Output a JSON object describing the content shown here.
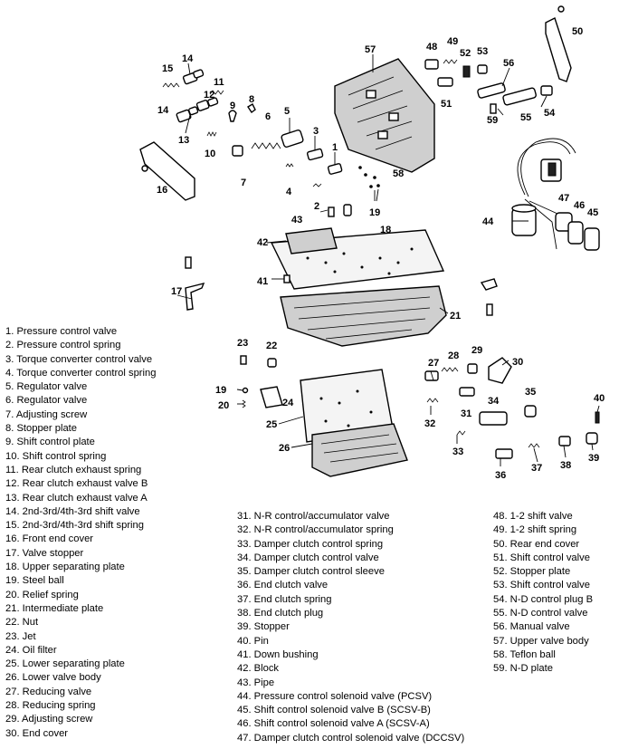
{
  "callouts": {
    "n1": "1",
    "n2": "2",
    "n3": "3",
    "n4": "4",
    "n5": "5",
    "n6": "6",
    "n7": "7",
    "n8": "8",
    "n9": "9",
    "n10": "10",
    "n11": "11",
    "n12": "12",
    "n13": "13",
    "n14a": "14",
    "n14b": "14",
    "n15": "15",
    "n16": "16",
    "n17": "17",
    "n18": "18",
    "n19a": "19",
    "n19b": "19",
    "n20": "20",
    "n21": "21",
    "n22": "22",
    "n23": "23",
    "n24": "24",
    "n25": "25",
    "n26": "26",
    "n27": "27",
    "n28": "28",
    "n29": "29",
    "n30": "30",
    "n31": "31",
    "n32": "32",
    "n33": "33",
    "n34": "34",
    "n35": "35",
    "n36": "36",
    "n37": "37",
    "n38": "38",
    "n39": "39",
    "n40": "40",
    "n41": "41",
    "n42": "42",
    "n43": "43",
    "n44": "44",
    "n45": "45",
    "n46": "46",
    "n47": "47",
    "n48": "48",
    "n49": "49",
    "n50": "50",
    "n51": "51",
    "n52": "52",
    "n53": "53",
    "n54": "54",
    "n55": "55",
    "n56": "56",
    "n57": "57",
    "n58": "58",
    "n59": "59"
  },
  "legend_col1": [
    "1. Pressure control valve",
    "2. Pressure control spring",
    "3. Torque converter control valve",
    "4. Torque converter control spring",
    "5. Regulator valve",
    "6. Regulator valve",
    "7. Adjusting screw",
    "8. Stopper plate",
    "9. Shift control plate",
    "10. Shift control spring",
    "11. Rear clutch exhaust spring",
    "12. Rear clutch exhaust valve B",
    "13. Rear clutch exhaust valve A",
    "14. 2nd-3rd/4th-3rd shift valve",
    "15. 2nd-3rd/4th-3rd shift spring",
    "16. Front end cover",
    "17. Valve stopper",
    "18. Upper separating plate",
    "19. Steel ball",
    "20. Relief spring",
    "21. Intermediate plate",
    "22. Nut",
    "23. Jet",
    "24. Oil filter",
    "25. Lower separating plate",
    "26. Lower valve body",
    "27. Reducing valve",
    "28. Reducing spring",
    "29. Adjusting screw",
    "30. End cover"
  ],
  "legend_col2": [
    "31. N-R control/accumulator valve",
    "32. N-R control/accumulator spring",
    "33. Damper clutch control spring",
    "34. Damper clutch control valve",
    "35. Damper clutch control sleeve",
    "36. End clutch valve",
    "37. End clutch spring",
    "38. End clutch plug",
    "39. Stopper",
    "40. Pin",
    "41. Down bushing",
    "42. Block",
    "43. Pipe",
    "44. Pressure control solenoid valve (PCSV)",
    "45. Shift control solenoid valve B (SCSV-B)",
    "46. Shift control solenoid valve A (SCSV-A)",
    "47. Damper clutch control solenoid valve (DCCSV)"
  ],
  "legend_col3": [
    "48. 1-2 shift valve",
    "49. 1-2 shift spring",
    "50. Rear end cover",
    "51. Shift control valve",
    "52. Stopper plate",
    "53. Shift control valve",
    "54. N-D control plug B",
    "55. N-D control valve",
    "56. Manual valve",
    "57. Upper valve body",
    "58. Teflon ball",
    "59. N-D plate"
  ]
}
